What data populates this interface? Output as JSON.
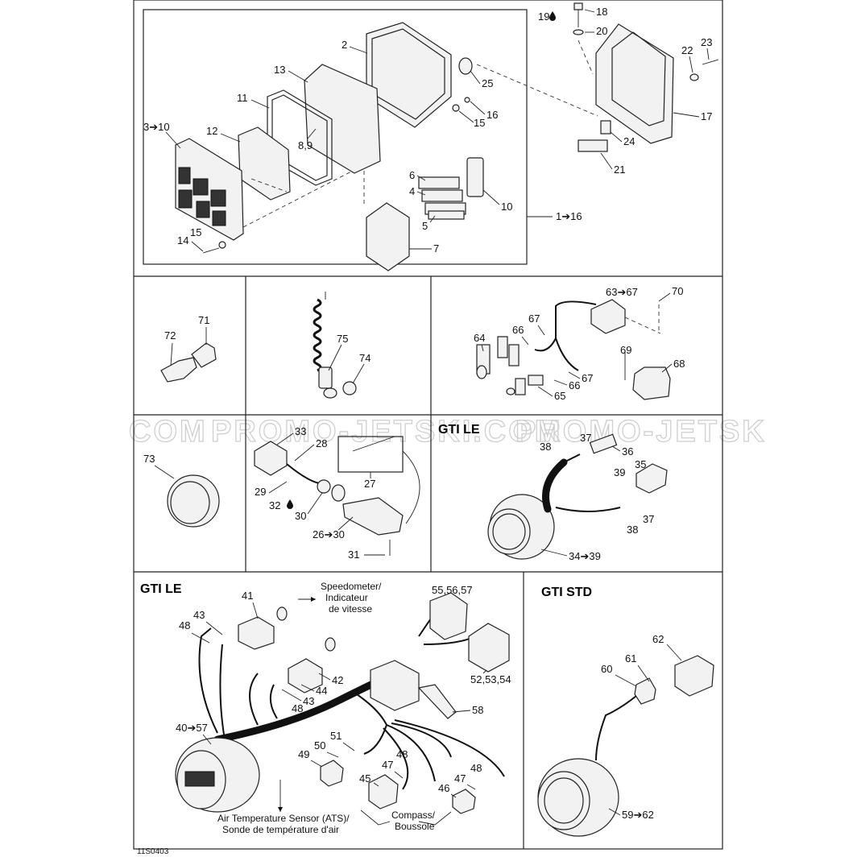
{
  "watermark": {
    "left": "COM",
    "mid": "PROMO-JETSKI.COM",
    "right": "PROMO-JETSK"
  },
  "reference_code": "11S0403",
  "sections": {
    "gti_le_gauge": "GTI LE",
    "gti_le_harness": "GTI LE",
    "gti_std": "GTI STD"
  },
  "notes": {
    "speedometer_1": "Speedometer/",
    "speedometer_2": "Indicateur",
    "speedometer_3": "de vitesse",
    "ats_1": "Air Temperature Sensor (ATS)/",
    "ats_2": "Sonde de température d'air",
    "compass_1": "Compass/",
    "compass_2": "Boussole"
  },
  "callouts": {
    "c1_16": "1➔16",
    "c2": "2",
    "c3_10": "3➔10",
    "c4": "4",
    "c5": "5",
    "c6": "6",
    "c7": "7",
    "c8_9": "8,9",
    "c10": "10",
    "c11": "11",
    "c12": "12",
    "c13": "13",
    "c14": "14",
    "c15a": "15",
    "c15b": "15",
    "c16": "16",
    "c17": "17",
    "c18": "18",
    "c19": "19",
    "c20": "20",
    "c21": "21",
    "c22": "22",
    "c23": "23",
    "c24": "24",
    "c25": "25",
    "c71": "71",
    "c72": "72",
    "c74": "74",
    "c75": "75",
    "c63_67": "63➔67",
    "c70": "70",
    "c67a": "67",
    "c66a": "66",
    "c64": "64",
    "c69": "69",
    "c68": "68",
    "c67b": "67",
    "c66b": "66",
    "c65": "65",
    "c73": "73",
    "c33": "33",
    "c28": "28",
    "c29": "29",
    "c32": "32",
    "c30": "30",
    "c27": "27",
    "c26_30": "26➔30",
    "c31": "31",
    "c38a": "38",
    "c37a": "37",
    "c36": "36",
    "c35": "35",
    "c39": "39",
    "c37b": "37",
    "c38b": "38",
    "c34_39": "34➔39",
    "c41": "41",
    "c43a": "43",
    "c48a": "48",
    "c42": "42",
    "c44": "44",
    "c43b": "43",
    "c48b": "48",
    "c55_57": "55,56,57",
    "c52_54": "52,53,54",
    "c58": "58",
    "c40_57": "40➔57",
    "c51": "51",
    "c50": "50",
    "c49": "49",
    "c48c": "48",
    "c47a": "47",
    "c45": "45",
    "c48d": "48",
    "c47b": "47",
    "c46": "46",
    "c62": "62",
    "c61": "61",
    "c60": "60",
    "c59_62": "59➔62"
  }
}
